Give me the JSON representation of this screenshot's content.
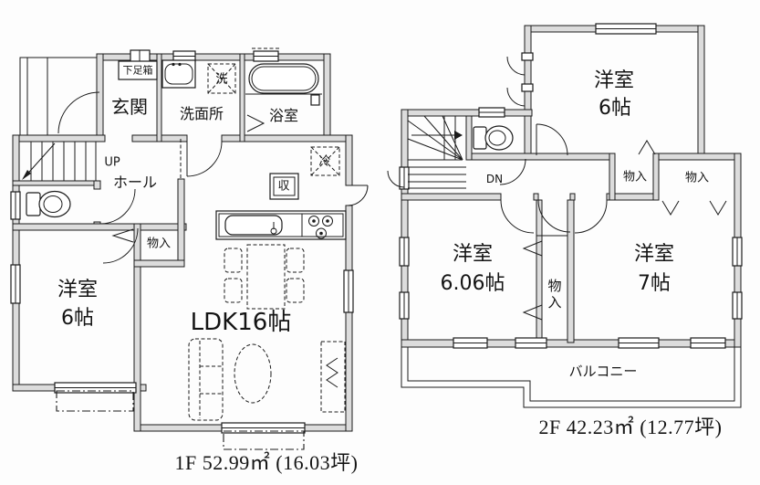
{
  "floor1": {
    "area_label": "1F 52.99㎡ (16.03坪)",
    "rooms": {
      "getabako": "下足箱",
      "genkan": "玄関",
      "senmenjo": "洗面所",
      "laundry": "洗",
      "bath": "浴室",
      "up": "UP",
      "hall": "ホール",
      "monoire": "物入",
      "bedroom_name": "洋室",
      "bedroom_size": "6帖",
      "ldk": "LDK16帖",
      "storage": "収",
      "fridge": "冷"
    }
  },
  "floor2": {
    "area_label": "2F 42.23㎡ (12.77坪)",
    "rooms": {
      "dn": "DN",
      "bedroom_top_name": "洋室",
      "bedroom_top_size": "6帖",
      "monoire1": "物入",
      "monoire2": "物入",
      "bedroom_left_name": "洋室",
      "bedroom_left_size": "6.06帖",
      "monoire_center": "物入",
      "bedroom_right_name": "洋室",
      "bedroom_right_size": "7帖",
      "balcony": "バルコニー"
    }
  },
  "colors": {
    "background": "#fdfdfd",
    "line": "#1b1b1b",
    "wall_fill": "#dcdcdc"
  }
}
